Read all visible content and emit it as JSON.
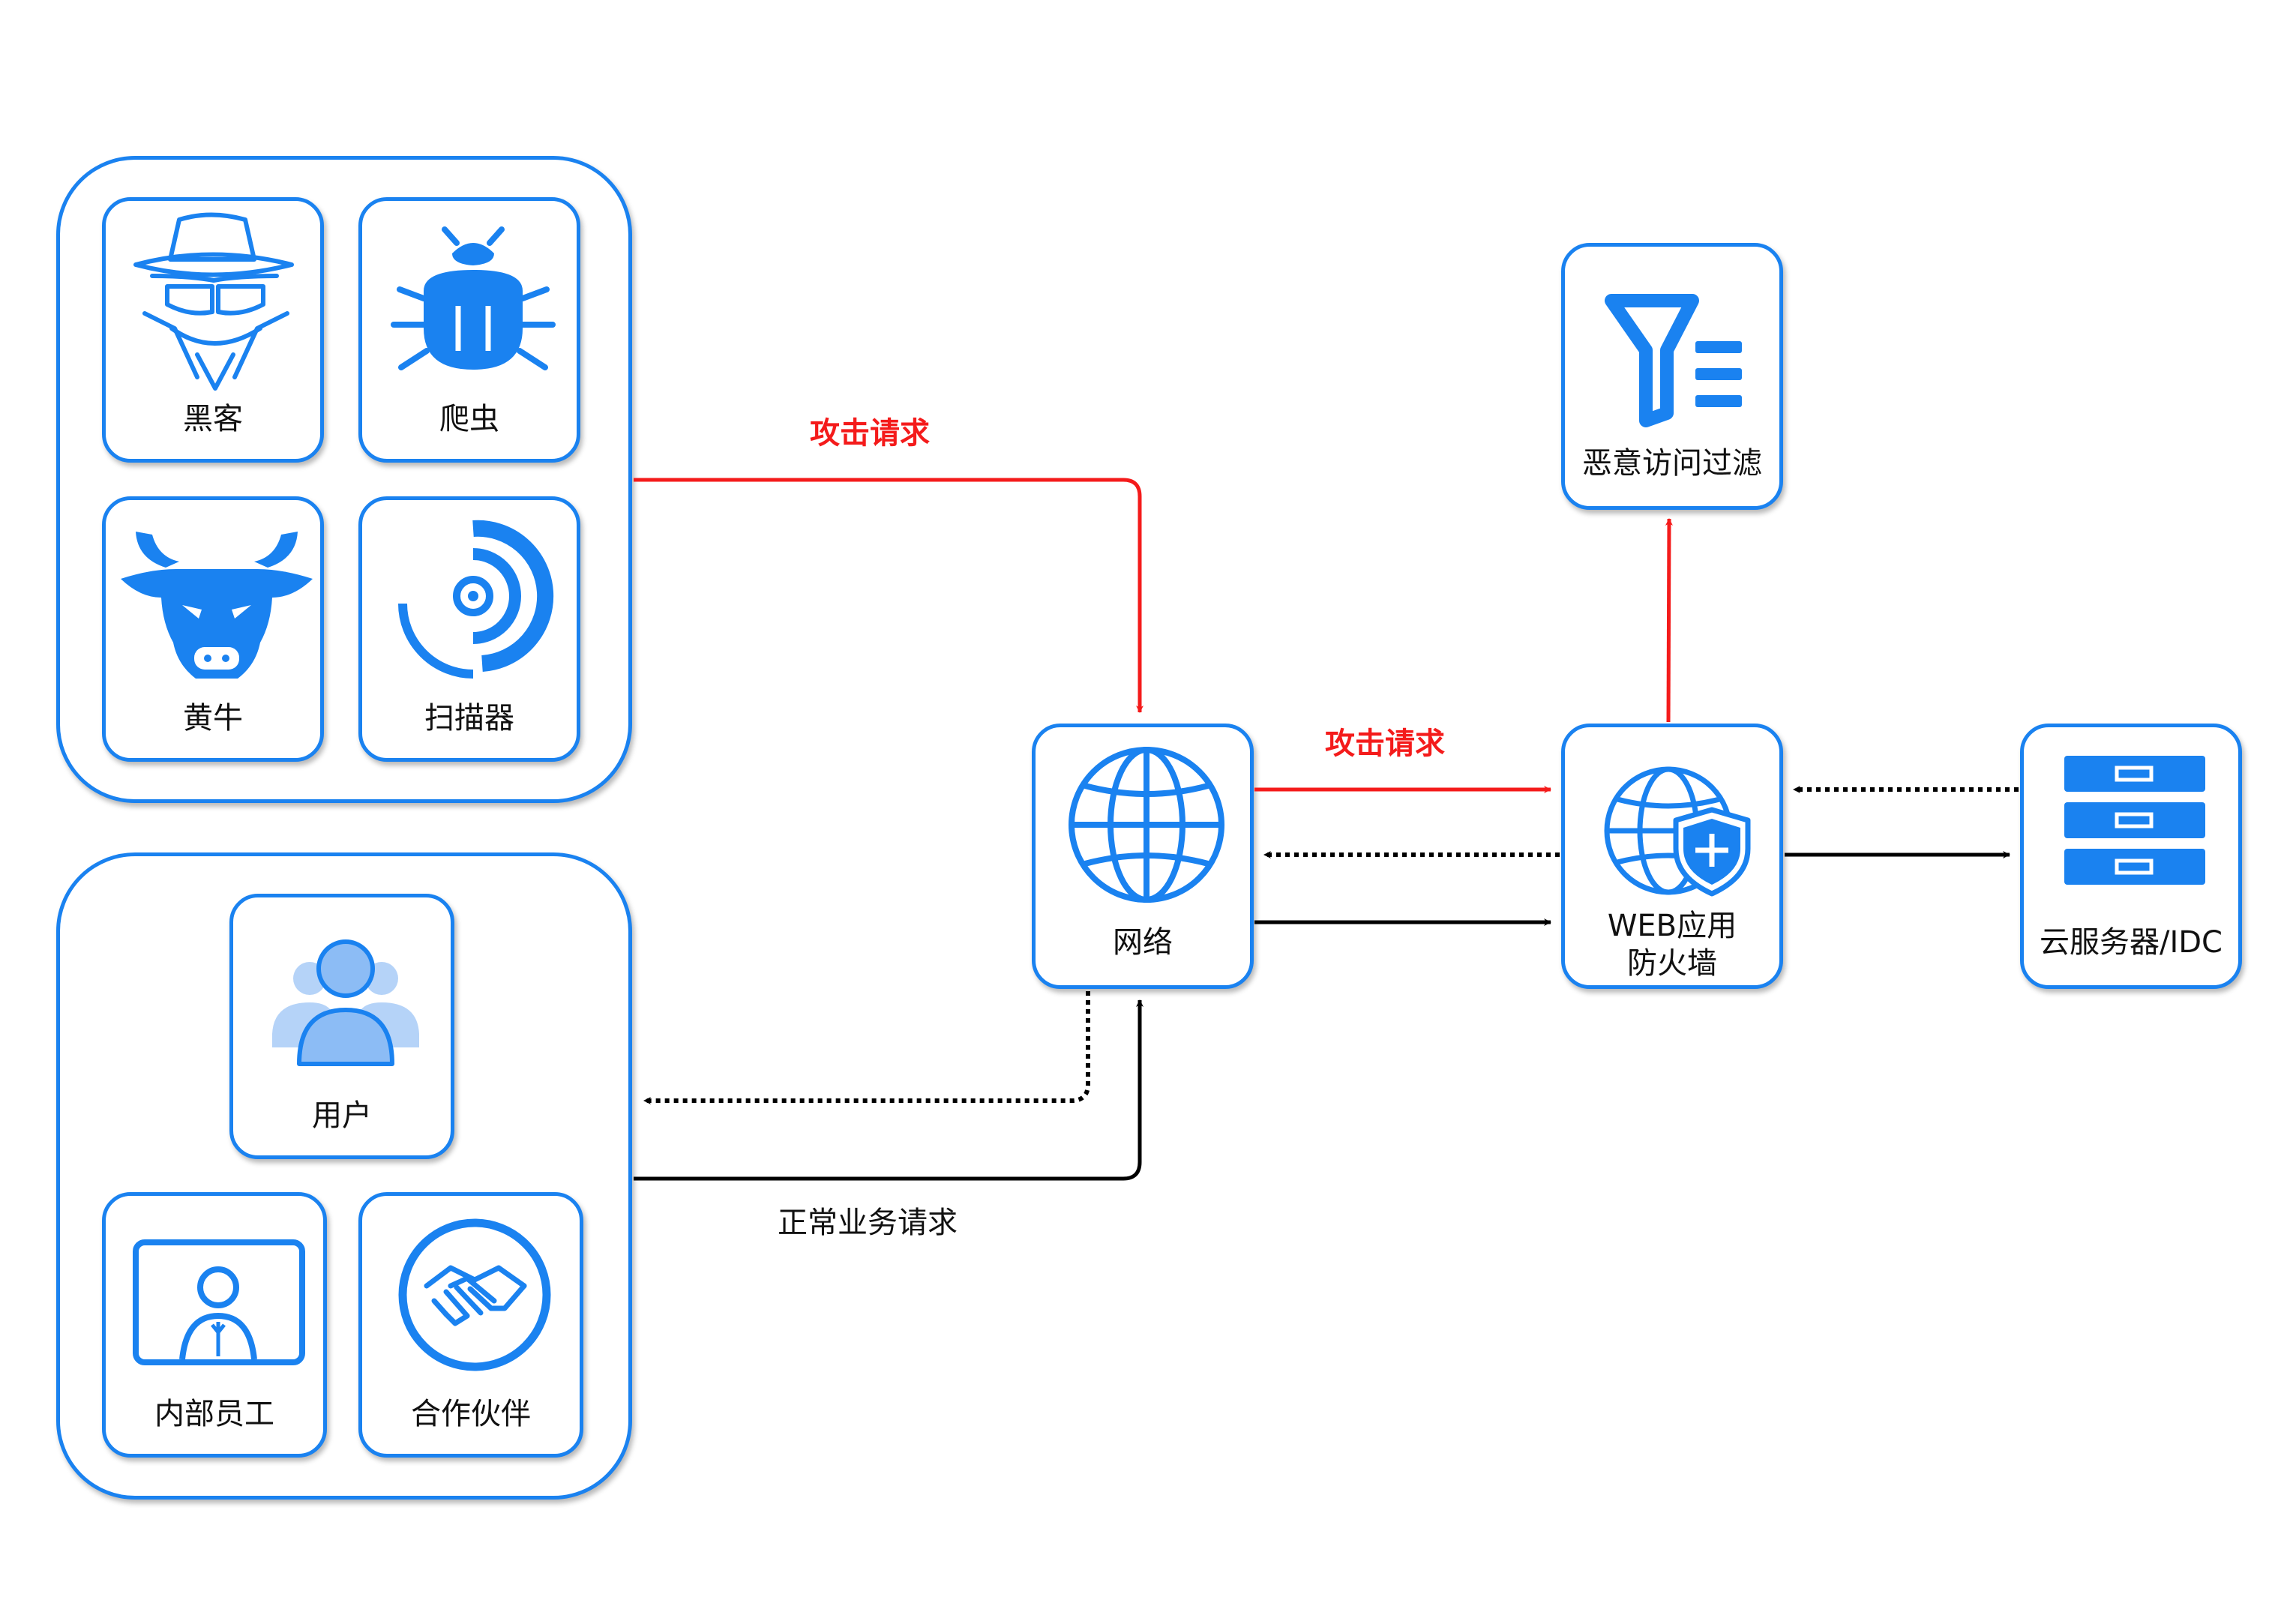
{
  "colors": {
    "border": "#1a82f0",
    "icon": "#1a82f0",
    "attack": "#f41b1b",
    "normal": "#000000",
    "user_light": "#8cbcf5"
  },
  "groups": {
    "threats": {
      "nodes": [
        {
          "key": "hacker",
          "label": "黑客",
          "icon": "hacker-icon"
        },
        {
          "key": "crawler",
          "label": "爬虫",
          "icon": "bug-icon"
        },
        {
          "key": "scalper",
          "label": "黄牛",
          "icon": "bull-icon"
        },
        {
          "key": "scanner",
          "label": "扫描器",
          "icon": "radar-icon"
        }
      ]
    },
    "legit": {
      "nodes": [
        {
          "key": "user",
          "label": "用户",
          "icon": "users-icon"
        },
        {
          "key": "staff",
          "label": "内部员工",
          "icon": "employee-icon"
        },
        {
          "key": "partner",
          "label": "合作伙伴",
          "icon": "handshake-icon"
        }
      ]
    }
  },
  "network": {
    "label": "网络",
    "icon": "globe-icon"
  },
  "waf": {
    "label_line1": "WEB应用",
    "label_line2": "防火墙",
    "icon": "globe-shield-icon"
  },
  "filter": {
    "label": "恶意访问过滤",
    "icon": "filter-icon"
  },
  "server": {
    "label": "云服务器/IDC",
    "icon": "server-rack-icon"
  },
  "flows": {
    "attack_label_top": "攻击请求",
    "attack_label_mid": "攻击请求",
    "normal_label": "正常业务请求"
  }
}
